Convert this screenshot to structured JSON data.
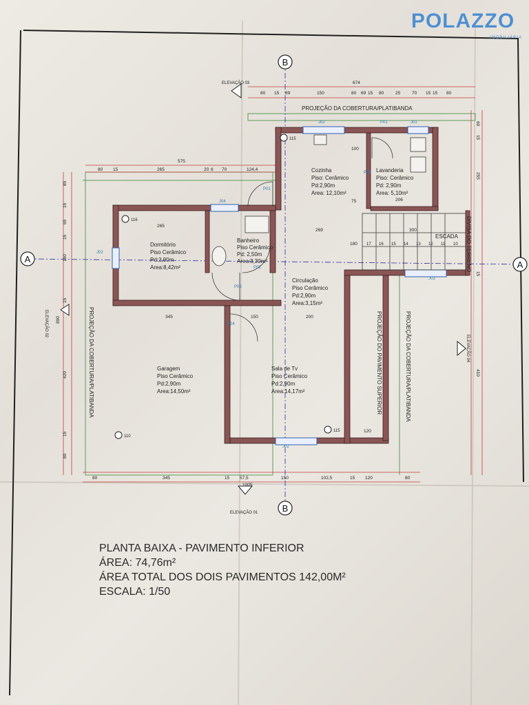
{
  "brand": {
    "name": "POLAZZO",
    "sub": "IMOBILIÁRIA"
  },
  "title_block": {
    "title": "PLANTA BAIXA - PAVIMENTO INFERIOR",
    "area": "ÁREA: 74,76m²",
    "total": "ÁREA TOTAL DOS DOIS PAVIMENTOS 142,00M²",
    "scale": "ESCALA: 1/50"
  },
  "axes": {
    "a": "A",
    "b": "B"
  },
  "elevations": {
    "e01": "ELEVAÇÃO 01",
    "e02": "ELEVAÇÃO 02",
    "e03": "ELEVAÇÃO 03",
    "e04": "ELEVAÇÃO 04"
  },
  "projections": {
    "roof_top": "PROJEÇÃO DA COBERTURA/PLATIBANDA",
    "roof_left": "PROJEÇÃO DA COBERTURA/PLATIBANDA",
    "roof_right": "PROJEÇÃO DA COBERTURA/PLATIBANDA",
    "upper_floor": "PROJEÇÃO DO PAVIMENTO SUPERIOR",
    "terrain": "DIVISA DO TERRENO"
  },
  "rooms": {
    "cozinha": {
      "name": "Cozinha",
      "floor": "Piso: Cerâmico",
      "height": "Pd:2,90m",
      "area": "Area: 12,10m²"
    },
    "lavanderia": {
      "name": "Lavanderia",
      "floor": "Piso: Cerâmico",
      "height": "Pd: 2,90m",
      "area": "Area: 5,10m²"
    },
    "dormitorio": {
      "name": "Dormitório",
      "floor": "Piso Cerâmico",
      "height": "Pd:2,90m",
      "area": "Area:8,42m²"
    },
    "banheiro": {
      "name": "Banheiro",
      "floor": "Piso Cerâmico",
      "height": "Pd: 2,50m",
      "area": "Area:3,30m²"
    },
    "circulacao": {
      "name": "Circulação",
      "floor": "Piso Cerâmico",
      "height": "Pd:2,90m",
      "area": "Area:3,15m²"
    },
    "garagem": {
      "name": "Garagem",
      "floor": "Piso Cerâmico",
      "height": "Pd:2,90m",
      "area": "Area:14,50m²"
    },
    "sala_tv": {
      "name": "Sala de Tv",
      "floor": "Piso Cerâmico",
      "height": "Pd:2,90m",
      "area": "Area:14,17m²"
    }
  },
  "stair": {
    "label": "ESCADA",
    "steps": [
      "17",
      "16",
      "15",
      "14",
      "13",
      "12",
      "11",
      "10"
    ]
  },
  "level_marks": {
    "l115a": "115",
    "l116": "116",
    "l110": "110",
    "l115b": "115"
  },
  "openings": {
    "j01": "J01",
    "j02": "J02",
    "j03": "J03",
    "j04": "J04",
    "p01": "P01",
    "p02": "P02",
    "p03": "P03",
    "p04": "P04",
    "p05": "P05"
  },
  "dimensions": {
    "top_total": "674",
    "top_chain": [
      "80",
      "15",
      "89",
      "150",
      "80",
      "69",
      "15",
      "80",
      "25",
      "70",
      "15",
      "15",
      "80"
    ],
    "left_total": "575",
    "left_chain": [
      "80",
      "15",
      "265",
      "20",
      "6",
      "70",
      "124,4"
    ],
    "inner": {
      "d265": "265",
      "d269": "269",
      "d300": "300",
      "d345": "345",
      "d200": "200",
      "d150": "150",
      "d120": "120",
      "d206": "206",
      "d100": "100",
      "d75": "75",
      "d180": "180"
    },
    "bottom_total": "1005",
    "bottom_chain": [
      "80",
      "345",
      "15",
      "57,5",
      "150",
      "102,5",
      "15",
      "120",
      "80"
    ],
    "left_vertical": [
      "85",
      "15",
      "65",
      "15",
      "150",
      "15",
      "420",
      "15",
      "80"
    ],
    "left_vertical_total": "890",
    "right_vertical": [
      "60",
      "15",
      "255",
      "15",
      "410"
    ]
  }
}
